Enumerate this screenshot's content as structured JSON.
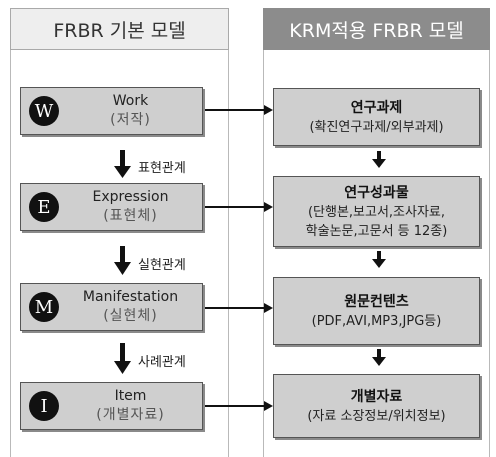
{
  "headers": {
    "left": "FRBR 기본 모델",
    "right": "KRM적용 FRBR 모델"
  },
  "frbr": [
    {
      "badge": "W",
      "en": "Work",
      "ko": "(저작)"
    },
    {
      "badge": "E",
      "en": "Expression",
      "ko": "(표현체)"
    },
    {
      "badge": "M",
      "en": "Manifestation",
      "ko": "(실현체)"
    },
    {
      "badge": "I",
      "en": "Item",
      "ko": "(개별자료)"
    }
  ],
  "relations": [
    "표현관계",
    "실현관계",
    "사례관계"
  ],
  "krm": [
    {
      "title": "연구과제",
      "sub": [
        "(확진연구과제/외부과제)"
      ]
    },
    {
      "title": "연구성과물",
      "sub": [
        "(단행본,보고서,조사자료,",
        "학술논문,고문서 등 12종)"
      ]
    },
    {
      "title": "원문컨텐츠",
      "sub": [
        "(PDF,AVI,MP3,JPG등)"
      ]
    },
    {
      "title": "개별자료",
      "sub": [
        "(자료 소장정보/위치정보)"
      ]
    }
  ]
}
